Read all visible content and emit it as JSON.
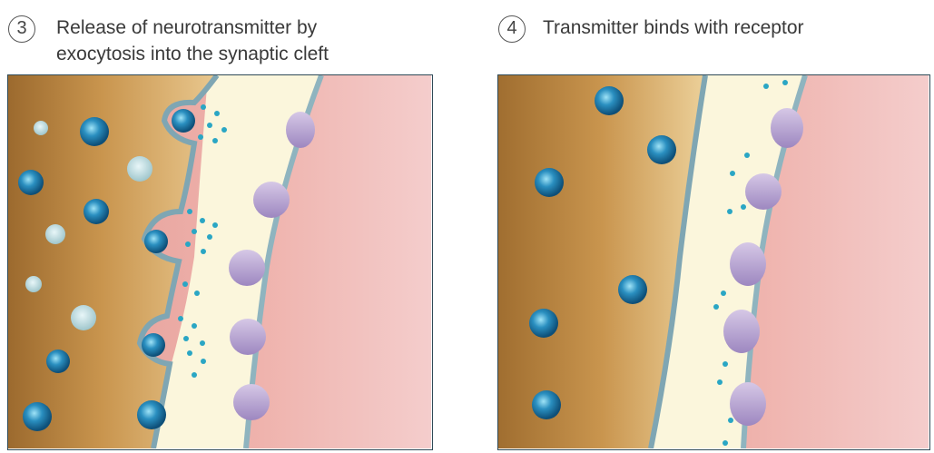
{
  "panel3": {
    "number": "3",
    "title_line1": "Release of neurotransmitter by",
    "title_line2": "exocytosis into the synaptic cleft"
  },
  "panel4": {
    "number": "4",
    "title": "Transmitter binds with receptor"
  },
  "colors": {
    "presynaptic": "#c9954e",
    "cleft": "#fbf6dc",
    "postsynaptic": "#eba6a2",
    "membrane": "#8fb4bf",
    "vesicle": "#1f7fb0",
    "neurotransmitter": "#2aa6c4",
    "receptor": "#b9a6d4"
  },
  "icons": {
    "vesicle": "vesicle-icon",
    "receptor": "receptor-icon",
    "neurotransmitter": "neurotransmitter-dot-icon"
  }
}
